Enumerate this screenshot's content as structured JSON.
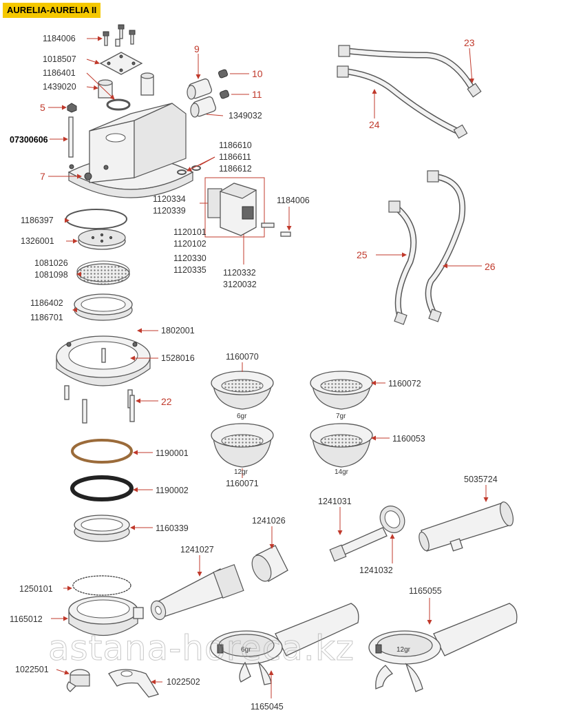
{
  "header": {
    "title": "AURELIA-AURELIA II"
  },
  "watermark": "astana-horeca.kz",
  "labels": {
    "p1184006a": "1184006",
    "p1018507": "1018507",
    "p1186401": "1186401",
    "p1439020": "1439020",
    "p5": "5",
    "p07300606": "07300606",
    "p7": "7",
    "p9": "9",
    "p10": "10",
    "p11": "11",
    "p1349032": "1349032",
    "p1186610": "1186610",
    "p1186611": "1186611",
    "p1186612": "1186612",
    "p1120334": "1120334",
    "p1120339": "1120339",
    "p1184006b": "1184006",
    "p1120101": "1120101",
    "p1120102": "1120102",
    "p1120330": "1120330",
    "p1120335": "1120335",
    "p1120332": "1120332",
    "p3120032": "3120032",
    "p1186397": "1186397",
    "p1326001": "1326001",
    "p1081026": "1081026",
    "p1081098": "1081098",
    "p1186402": "1186402",
    "p1186701": "1186701",
    "p1802001": "1802001",
    "p1528016": "1528016",
    "p22": "22",
    "p23": "23",
    "p24": "24",
    "p25": "25",
    "p26": "26",
    "p1160070": "1160070",
    "p6gr": "6gr",
    "p1160072": "1160072",
    "p7gr": "7gr",
    "p12gr": "12gr",
    "p1160071": "1160071",
    "p1160053": "1160053",
    "p14gr": "14gr",
    "p1190001": "1190001",
    "p1190002": "1190002",
    "p1160339": "1160339",
    "p5035724": "5035724",
    "p1241031": "1241031",
    "p1241026": "1241026",
    "p1241032": "1241032",
    "p1241027": "1241027",
    "p1250101": "1250101",
    "p1165012": "1165012",
    "p1165055": "1165055",
    "p6grb": "6gr",
    "p12grb": "12gr",
    "p1022501": "1022501",
    "p1022502": "1022502",
    "p1165045": "1165045"
  }
}
